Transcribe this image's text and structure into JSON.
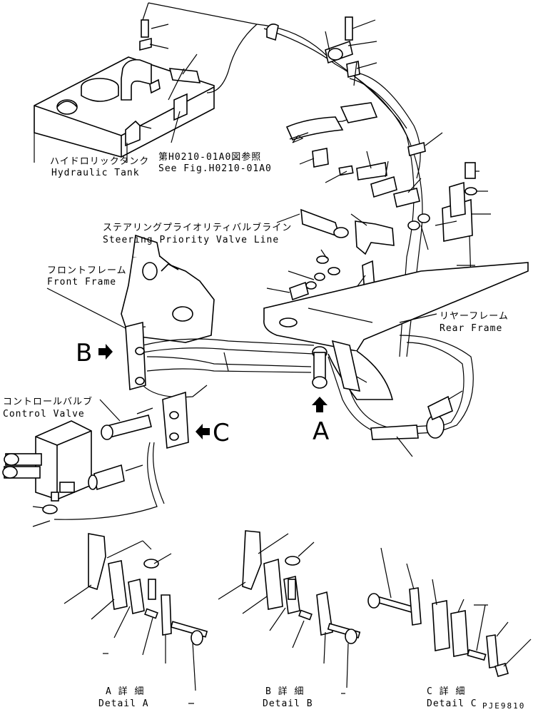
{
  "labels": {
    "hydraulic_tank_jp": "ハイドロリックタンク",
    "hydraulic_tank_en": "Hydraulic Tank",
    "see_fig_jp": "第H0210-01A0図参照",
    "see_fig_en": "See Fig.H0210-01A0",
    "steering_line_jp": "ステアリングプライオリティバルブライン",
    "steering_line_en": "Steering Priority Valve Line",
    "front_frame_jp": "フロントフレーム",
    "front_frame_en": "Front Frame",
    "rear_frame_jp": "リヤーフレーム",
    "rear_frame_en": "Rear Frame",
    "control_valve_jp": "コントロールバルブ",
    "control_valve_en": "Control Valve",
    "detail_a_jp": "A 詳 細",
    "detail_a_en": "Detail A",
    "detail_b_jp": "B 詳 細",
    "detail_b_en": "Detail B",
    "detail_c_jp": "C 詳 細",
    "detail_c_en": "Detail C"
  },
  "markers": {
    "a": "A",
    "b": "B",
    "c": "C"
  },
  "drawing_code": "PJE9810"
}
